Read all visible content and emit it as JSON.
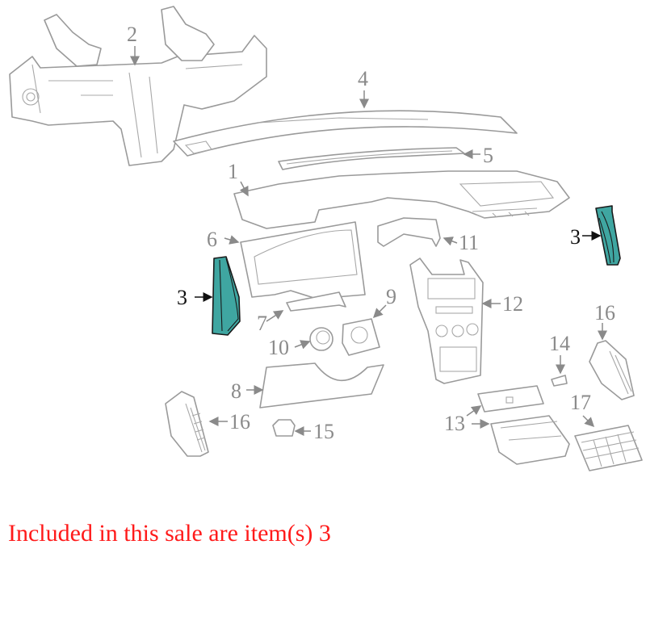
{
  "diagram": {
    "subject": "instrument panel exploded parts diagram",
    "highlight_color": "#3fa6a1",
    "line_color": "#9a9a9a",
    "callouts": [
      {
        "id": "1",
        "label": "1"
      },
      {
        "id": "2",
        "label": "2"
      },
      {
        "id": "3a",
        "label": "3",
        "highlighted": true
      },
      {
        "id": "3b",
        "label": "3",
        "highlighted": true
      },
      {
        "id": "4",
        "label": "4"
      },
      {
        "id": "5",
        "label": "5"
      },
      {
        "id": "6",
        "label": "6"
      },
      {
        "id": "7",
        "label": "7"
      },
      {
        "id": "8",
        "label": "8"
      },
      {
        "id": "9",
        "label": "9"
      },
      {
        "id": "10",
        "label": "10"
      },
      {
        "id": "11",
        "label": "11"
      },
      {
        "id": "12",
        "label": "12"
      },
      {
        "id": "13",
        "label": "13"
      },
      {
        "id": "14",
        "label": "14"
      },
      {
        "id": "15",
        "label": "15"
      },
      {
        "id": "16a",
        "label": "16"
      },
      {
        "id": "16b",
        "label": "16"
      },
      {
        "id": "17",
        "label": "17"
      }
    ]
  },
  "caption": {
    "text": "Included in this sale are item(s) 3",
    "color": "#ff1a1a"
  }
}
